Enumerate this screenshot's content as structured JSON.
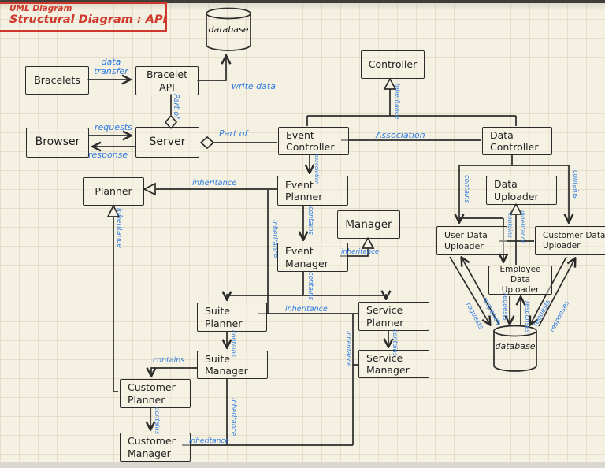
{
  "title": {
    "line1": "UML Diagram",
    "line2": "Structural Diagram : API"
  },
  "colors": {
    "ink": "#2b2b2b",
    "blue": "#2e7ce0",
    "red": "#cf382c",
    "paper": "#f5f1e2"
  },
  "nodes": {
    "bracelets": "Bracelets",
    "bracelet_api": "Bracelet\nAPI",
    "database_top": "database",
    "controller": "Controller",
    "browser": "Browser",
    "server": "Server",
    "event_controller": "Event\nController",
    "data_controller": "Data\nController",
    "planner": "Planner",
    "event_planner": "Event\nPlanner",
    "data_uploader": "Data\nUploader",
    "manager": "Manager",
    "event_manager": "Event\nManager",
    "user_data_uploader": "User Data\nUploader",
    "customer_data_uploader": "Customer Data\nUploader",
    "employee_data_uploader": "Employee Data\nUploader",
    "suite_planner": "Suite\nPlanner",
    "service_planner": "Service\nPlanner",
    "suite_manager": "Suite\nManager",
    "service_manager": "Service\nManager",
    "customer_planner": "Customer\nPlanner",
    "customer_manager": "Customer\nManager",
    "database_bottom": "database"
  },
  "labels": {
    "data_transfer": "data\ntransfer",
    "write_data": "write data",
    "api_server_part_of": "Part of",
    "requests": "requests",
    "response": "response",
    "server_ec_part_of": "Part of",
    "ec_dc_association": "Association",
    "controller_inheritance": "inheritance",
    "ec_ep_association": "association",
    "ep_planner_inheritance": "inheritance",
    "planner_cp_inheritance": "inheritance",
    "ep_em_contains": "contains",
    "em_manager_inheritance": "inheritance",
    "em_contains": "contains",
    "ep_sp_inheritance": "inheritance",
    "sp_svcp_inheritance": "inheritance",
    "sp_sm_contains": "contains",
    "svcp_svcm_contains": "contains",
    "svcm_inheritance": "inheritance",
    "sm_cp_contains": "contains",
    "cp_cm_contains": "contains",
    "sm_inheritance": "inheritance",
    "cm_inheritance": "inheritance",
    "dc_udu_contains": "contains",
    "dc_cdu_contains": "contains",
    "dc_edu_contains": "contains",
    "du_edu_inheritance": "inheritance",
    "db_left_requests": "requests",
    "db_left_responds": "responds",
    "db_mid_requests": "requests",
    "db_mid_responses": "responses",
    "db_right_requests": "requests",
    "db_right_responses": "responses"
  }
}
